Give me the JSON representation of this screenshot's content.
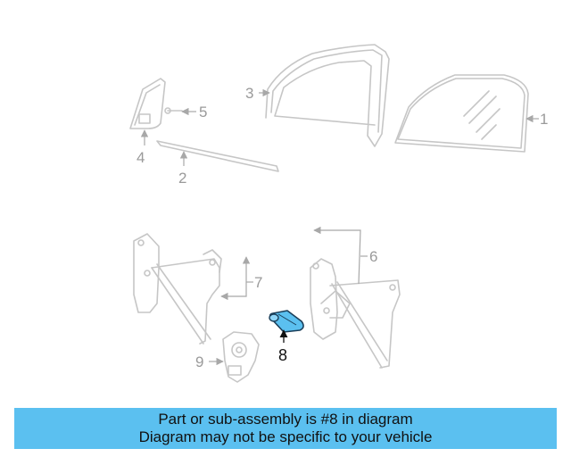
{
  "callouts": {
    "c1": "1",
    "c2": "2",
    "c3": "3",
    "c4": "4",
    "c5": "5",
    "c6": "6",
    "c7": "7",
    "c8": "8",
    "c9": "9"
  },
  "banner": {
    "line1": "Part or sub-assembly is #8 in diagram",
    "line2": "Diagram may not be specific to your vehicle"
  },
  "colors": {
    "highlight_fill": "#5bc0f0",
    "banner_bg": "#5bc0f0",
    "part_line": "#c6c6c6"
  }
}
